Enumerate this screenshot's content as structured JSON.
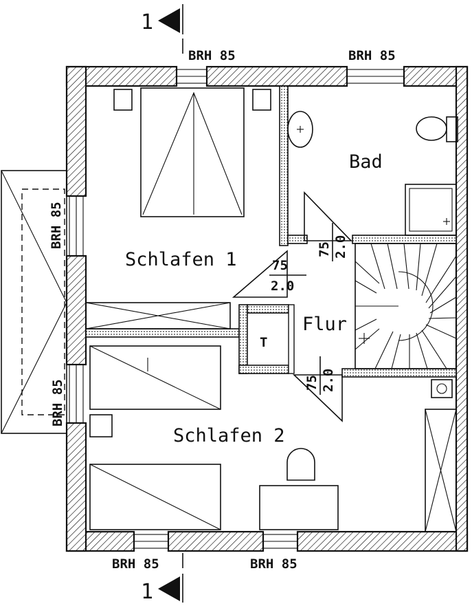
{
  "section_marks": {
    "top": "1",
    "bottom": "1"
  },
  "rooms": {
    "bath": "Bad",
    "bedroom_1": "Schlafen 1",
    "hall": "Flur",
    "bedroom_2": "Schlafen 2",
    "closet": "T"
  },
  "window_sill": {
    "top_left": "BRH 85",
    "top_right": "BRH 85",
    "left_upper": "BRH 85",
    "left_lower": "BRH 85",
    "bottom_left": "BRH 85",
    "bottom_right": "BRH 85"
  },
  "door_sizes": {
    "bath_door": {
      "width": "75",
      "height": "2.0"
    },
    "bedroom_1_door": {
      "width": "75",
      "height": "2.0"
    },
    "bedroom_2_door": {
      "width": "75",
      "height": "2.0"
    }
  }
}
